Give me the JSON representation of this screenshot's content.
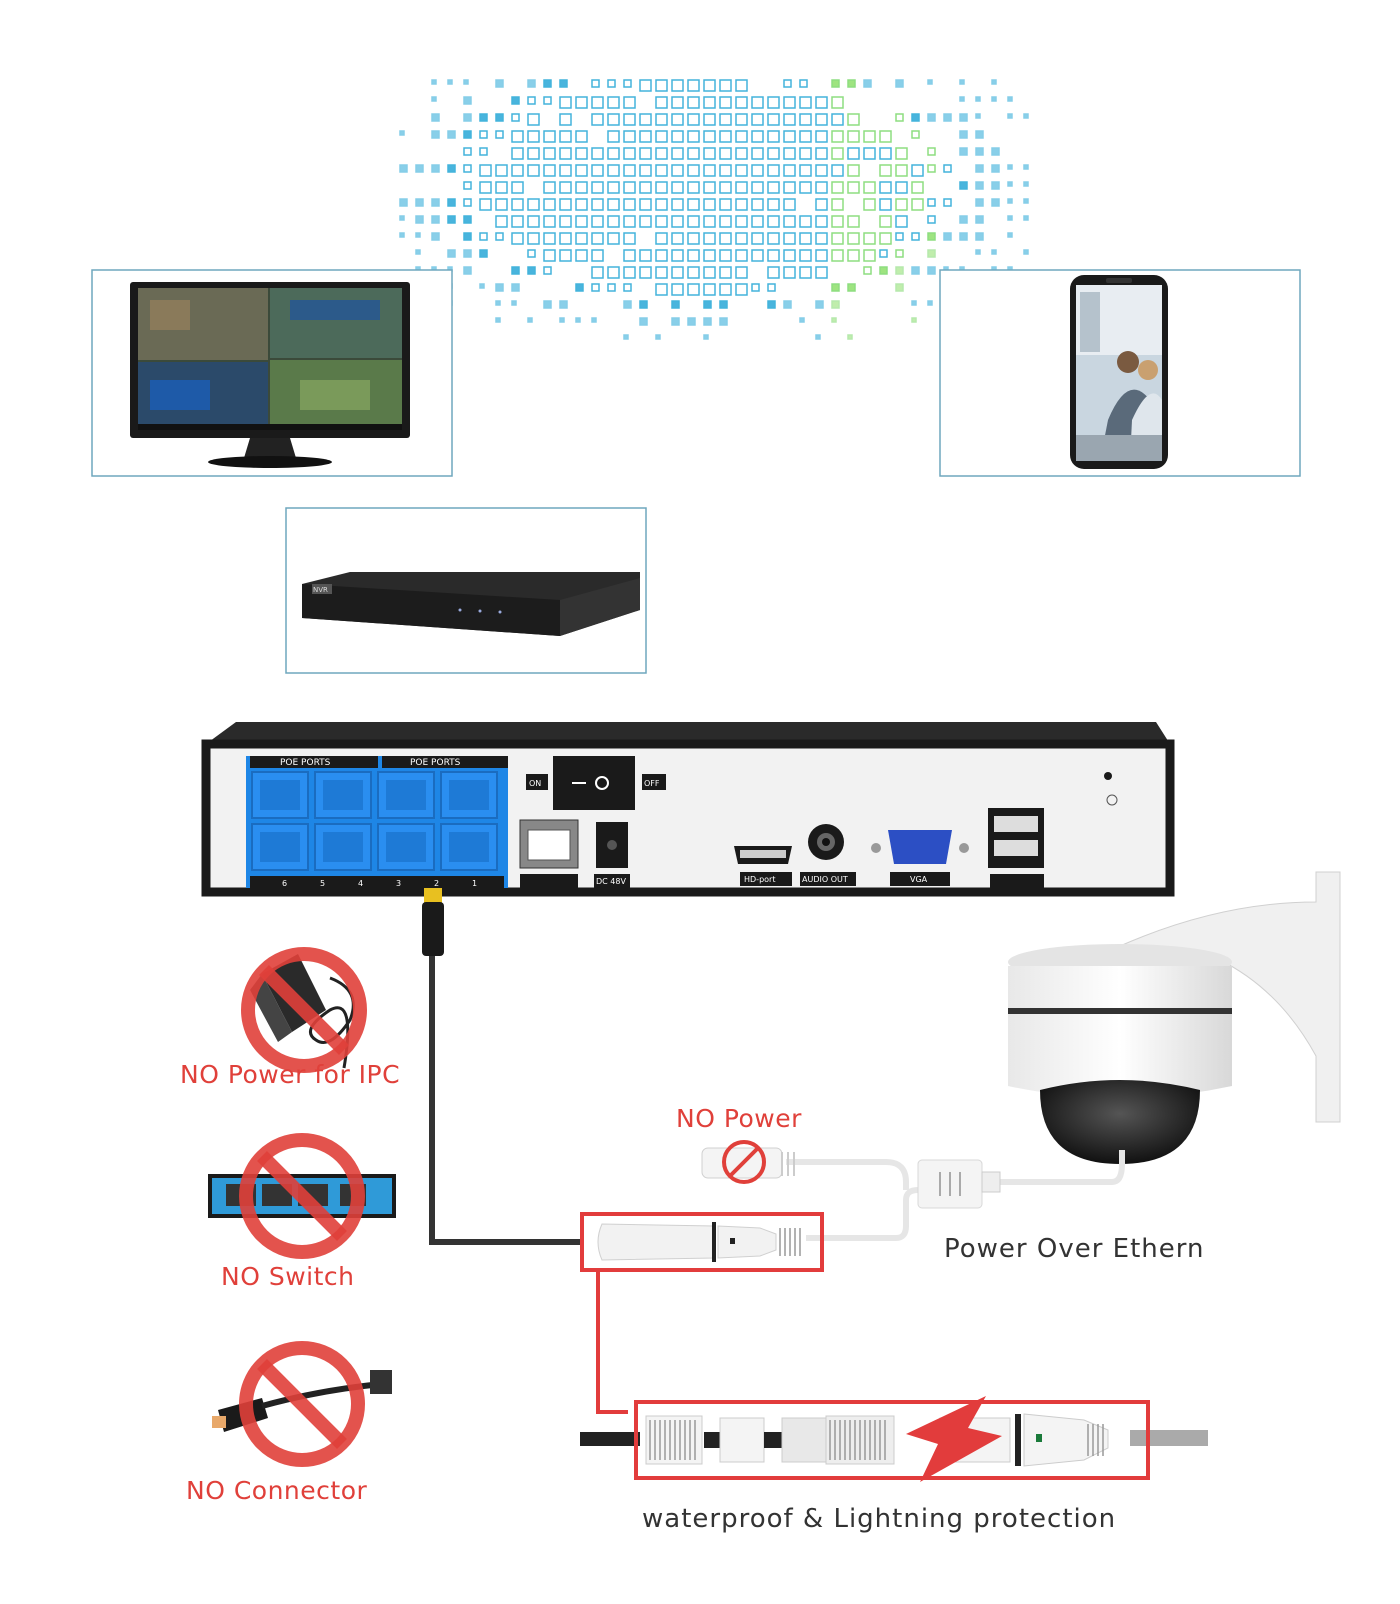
{
  "colors": {
    "frame": "#6fa7bd",
    "poe_panel": "#1e86e6",
    "warning_red": "#e0403a",
    "callout_box": "#e23c3c",
    "cable": "#333333",
    "dot_blue": "#22a6d6",
    "dot_green": "#7ad86a"
  },
  "nvr_front": {
    "badge": "NVR"
  },
  "nvr_back": {
    "poe_label_a": "POE PORTS",
    "poe_label_b": "POE PORTS",
    "port_numbers": [
      "6",
      "5",
      "4",
      "3",
      "2",
      "1"
    ],
    "switch_on": "ON",
    "switch_off": "OFF",
    "dc": "DC 48V",
    "hdmi": "HD-port",
    "audio": "AUDIO OUT",
    "vga": "VGA"
  },
  "icons": {
    "monitor": "monitor-icon",
    "phone": "smartphone-icon",
    "nvr": "nvr-icon",
    "adapter": "power-adapter-icon",
    "switch": "network-switch-icon",
    "connector": "splitter-connector-icon",
    "prohibit": "prohibited-icon",
    "camera": "dome-camera-icon",
    "lightning": "lightning-icon"
  },
  "labels": {
    "no_power_ipc": "NO Power for IPC",
    "no_switch": "NO Switch",
    "no_connector": "NO Connector",
    "no_power": "NO Power",
    "poe": "Power Over Ethern",
    "waterproof": "waterproof & Lightning protection"
  }
}
